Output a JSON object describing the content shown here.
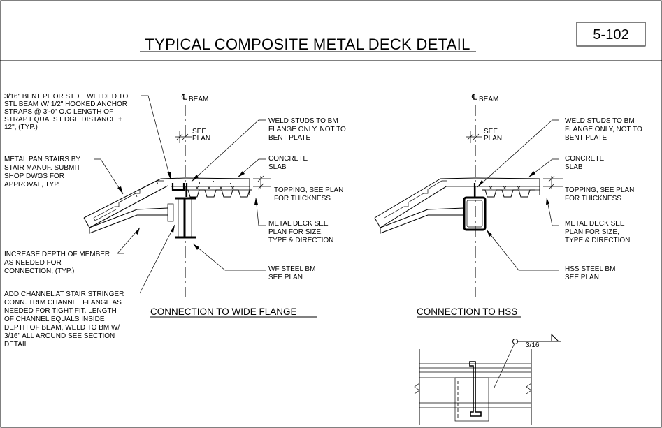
{
  "sheet": {
    "title": "TYPICAL COMPOSITE METAL DECK DETAIL",
    "number": "5-102"
  },
  "left_detail": {
    "centerline": "BEAM",
    "see_plan": [
      "SEE",
      "PLAN"
    ],
    "notes_left": [
      [
        "3/16\" BENT PL OR STD L WELDED TO",
        "STL BEAM  W/ 1/2\" HOOKED ANCHOR",
        "STRAPS @ 3'-0\" O.C LENGTH OF",
        "STRAP EQUALS EDGE DISTANCE +",
        "12\", (TYP.)"
      ],
      [
        "METAL PAN STAIRS BY",
        "STAIR MANUF. SUBMIT",
        "SHOP DWGS FOR",
        "APPROVAL, TYP."
      ],
      [
        "INCREASE DEPTH OF MEMBER",
        "AS NEEDED FOR",
        "CONNECTION, (TYP.)"
      ],
      [
        "ADD CHANNEL AT STAIR STRINGER",
        "CONN. TRIM CHANNEL FLANGE AS",
        "NEEDED FOR TIGHT FIT. LENGTH",
        "OF CHANNEL EQUALS  INSIDE",
        "DEPTH OF BEAM, WELD TO BM W/",
        "3/16\" ALL AROUND SEE SECTION",
        "DETAIL"
      ]
    ],
    "notes_right": [
      [
        "WELD STUDS TO BM",
        "FLANGE ONLY, NOT TO",
        "BENT PLATE"
      ],
      [
        "CONCRETE",
        "SLAB"
      ],
      [
        "TOPPING, SEE PLAN",
        "FOR THICKNESS"
      ],
      [
        "METAL DECK SEE",
        "PLAN FOR SIZE,",
        "TYPE & DIRECTION"
      ],
      [
        "WF STEEL BM",
        "SEE PLAN"
      ]
    ],
    "caption": "CONNECTION TO WIDE FLANGE"
  },
  "right_detail": {
    "centerline": "BEAM",
    "see_plan": [
      "SEE",
      "PLAN"
    ],
    "notes_right": [
      [
        "WELD STUDS TO BM",
        "FLANGE ONLY, NOT TO",
        "BENT PLATE"
      ],
      [
        "CONCRETE",
        "SLAB"
      ],
      [
        "TOPPING, SEE PLAN",
        "FOR THICKNESS"
      ],
      [
        "METAL DECK SEE",
        "PLAN FOR SIZE,",
        "TYPE & DIRECTION"
      ],
      [
        "HSS STEEL BM",
        "SEE PLAN"
      ]
    ],
    "caption": "CONNECTION TO HSS"
  },
  "section_detail": {
    "weld_size": "3/16"
  }
}
